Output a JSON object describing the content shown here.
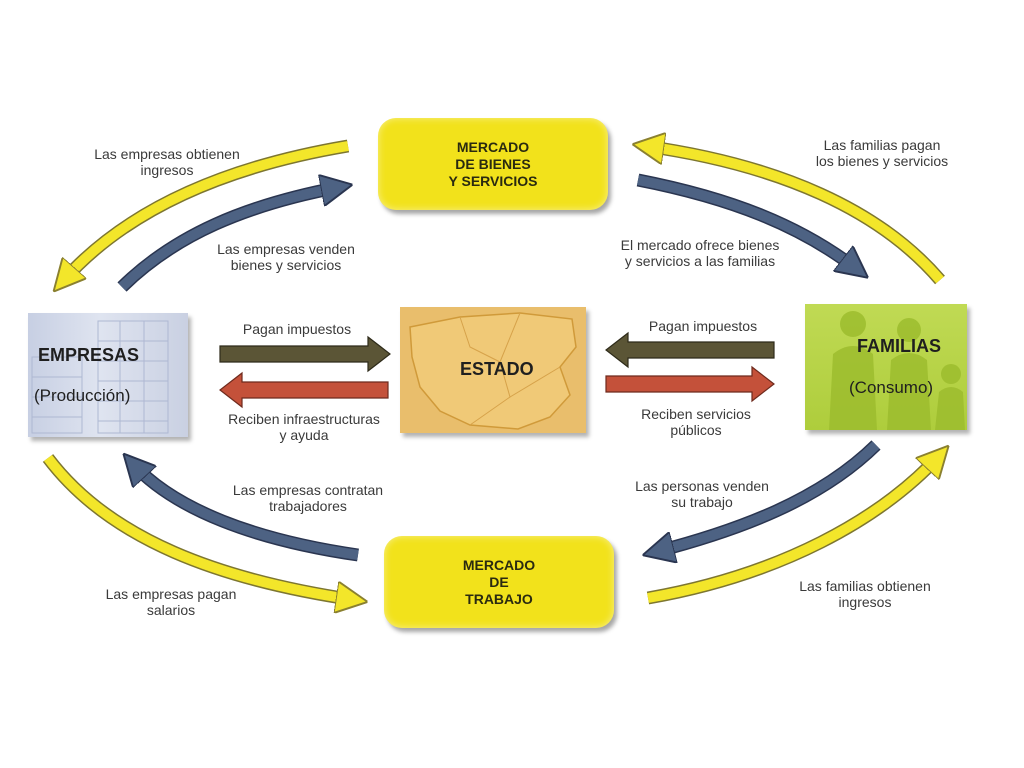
{
  "boxes": {
    "mercado_bienes": "MERCADO\nDE BIENES\nY SERVICIOS",
    "mercado_trabajo": "MERCADO\nDE\nTRABAJO",
    "empresas_title": "EMPRESAS",
    "empresas_sub": "(Producción)",
    "estado_title": "ESTADO",
    "familias_title": "FAMILIAS",
    "familias_sub": "(Consumo)"
  },
  "labels": {
    "empresas_obtienen_ingresos": "Las empresas obtienen\ningresos",
    "empresas_venden": "Las empresas venden\nbienes y servicios",
    "familias_pagan_bienes": "Las familias pagan\nlos bienes y servicios",
    "mercado_ofrece": "El mercado ofrece bienes\ny servicios a las familias",
    "pagan_impuestos_left": "Pagan impuestos",
    "reciben_infraestructuras": "Reciben infraestructuras\ny ayuda",
    "pagan_impuestos_right": "Pagan impuestos",
    "reciben_servicios": "Reciben servicios\npúblicos",
    "empresas_contratan": "Las empresas contratan\ntrabajadores",
    "empresas_pagan_salarios": "Las empresas pagan\nsalarios",
    "personas_venden": "Las personas venden\nsu trabajo",
    "familias_obtienen_ingresos": "Las familias obtienen\ningresos"
  },
  "colors": {
    "yellow_arrow": "#f3e62a",
    "blue_arrow": "#4d6283",
    "tax_arrow": "#5b5536",
    "service_arrow": "#c4513a",
    "market_fill": "#f2e21b",
    "estado_fill": "#e9be6c",
    "familias_fill": "#b3d143",
    "empresas_fill": "#d3d9ea"
  }
}
